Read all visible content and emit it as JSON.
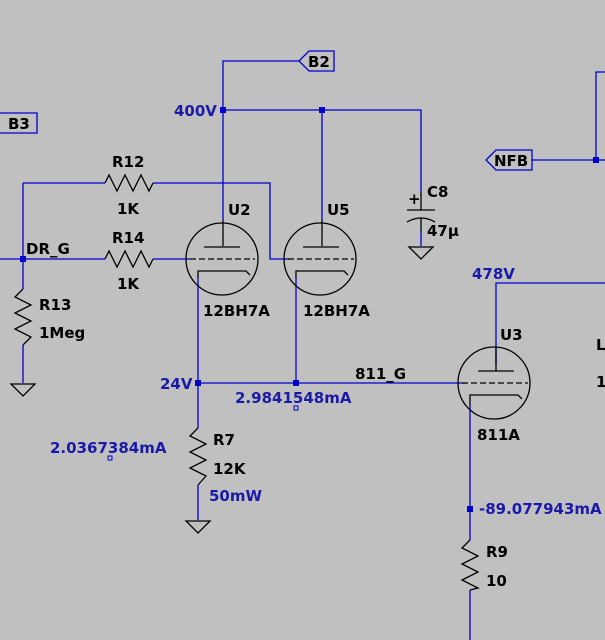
{
  "flags": {
    "b2": "B2",
    "b3": "B3",
    "nfb": "NFB"
  },
  "nets": {
    "dr_g": "DR_G",
    "g811": "811_G"
  },
  "voltages": {
    "v400": "400V",
    "v478": "478V",
    "v24": "24V"
  },
  "currents": {
    "i_r7": "2.0367384mA",
    "i_u5": "2.9841548mA",
    "i_r9": "-89.077943mA"
  },
  "power": {
    "p_r7": "50mW"
  },
  "components": {
    "r12": {
      "ref": "R12",
      "value": "1K"
    },
    "r14": {
      "ref": "R14",
      "value": "1K"
    },
    "r13": {
      "ref": "R13",
      "value": "1Meg"
    },
    "r7": {
      "ref": "R7",
      "value": "12K"
    },
    "r9": {
      "ref": "R9",
      "value": "10"
    },
    "c8": {
      "ref": "C8",
      "value": "47µ"
    },
    "u2": {
      "ref": "U2",
      "value": "12BH7A"
    },
    "u5": {
      "ref": "U5",
      "value": "12BH7A"
    },
    "u3": {
      "ref": "U3",
      "value": "811A"
    }
  },
  "clipped_labels": {
    "right_a": "L",
    "right_b": "1"
  },
  "colors": {
    "background": "#c0c0c0",
    "wire": "#0000cc",
    "annotation": "#1a1aa8",
    "component": "#000000"
  }
}
